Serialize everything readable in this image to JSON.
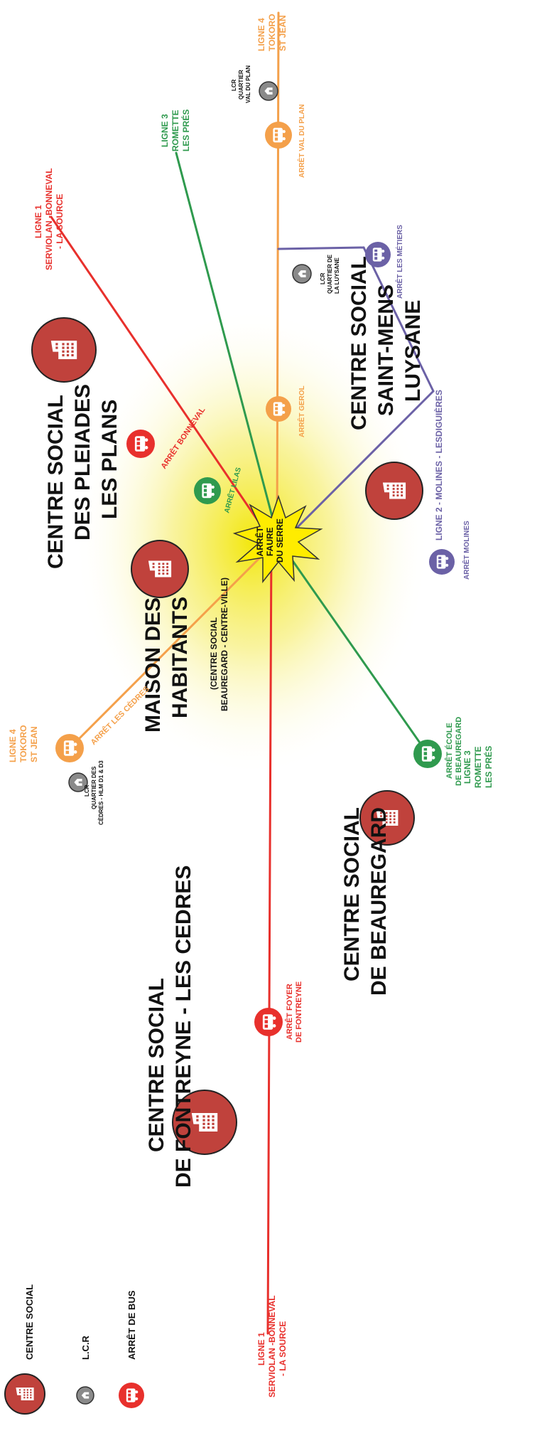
{
  "colors": {
    "red": "#e8302c",
    "orange": "#f4a04a",
    "green": "#2f9a4e",
    "purple": "#6b61a6",
    "social_center": "#c0423c",
    "lcr": "#8a8a8a",
    "halo": "#f4e500"
  },
  "hub": {
    "lines": [
      "ARRÊT",
      "FAURE",
      "DU SERRE"
    ]
  },
  "centers": {
    "fontreyne": [
      "CENTRE SOCIAL",
      "DE FONTREYNE - LES CEDRES"
    ],
    "beauregard": [
      "CENTRE SOCIAL",
      "DE BEAUREGARD"
    ],
    "maison_habitants": [
      "MAISON DES",
      "HABITANTS"
    ],
    "maison_habitants_sub": [
      "(CENTRE SOCIAL",
      "BEAUREGARD - CENTRE-VILLE)"
    ],
    "pleiades": [
      "CENTRE SOCIAL",
      "DES PLEIADES",
      "LES PLANS"
    ],
    "saint_mens": [
      "CENTRE SOCIAL",
      "SAINT-MENS",
      "LUYSANE"
    ]
  },
  "lines": {
    "l1_top": [
      "LIGNE 1",
      "SERVIOLAN -BONNEVAL",
      "- LA SOURCE"
    ],
    "l1_bottom": [
      "LIGNE 1",
      "SERVIOLAN -BONNEVAL",
      "- LA SOURCE"
    ],
    "l3_top": [
      "LIGNE 3",
      "ROMETTE",
      "LES PRÉS"
    ],
    "l3_bottom": [
      "LIGNE 3",
      "ROMETTE",
      "LES PRÉS"
    ],
    "l4_top": [
      "LIGNE 4",
      "TOKORO",
      "ST JEAN"
    ],
    "l4_bottom": [
      "LIGNE 4",
      "TOKORO",
      "ST JEAN"
    ],
    "l2": "LIGNE 2 - MOLINES - LESDIGUIÈRES"
  },
  "stops": {
    "foyer_fontreyne": [
      "ARRÊT FOYER",
      "DE FONTREYNE"
    ],
    "bonneval": "ARRÊT BONNEVAL",
    "lilas": "ARRÊT LILAS",
    "cedres": "ARRÊT LES CÈDRES",
    "ecole_beauregard": [
      "ARRÊT ÉCOLE",
      "DE BEAUREGARD"
    ],
    "molines": "ARRÊT MOLINES",
    "gerol": "ARRÊT GEROL",
    "val_du_plan": "ARRÊT VAL DU PLAN",
    "les_metiers": "ARRÊT LES MÉTIERS"
  },
  "lcr_labels": {
    "cedres": [
      "LCR",
      "QUARTIER DES",
      "CÈDRES - HLM D1 & D3"
    ],
    "luysane": [
      "LCR",
      "QUARTIER DE",
      "LA LUYSANE"
    ],
    "val_du_plan": [
      "LCR",
      "QUARTIER",
      "VAL DU PLAN"
    ]
  },
  "legend": {
    "centre_social": "CENTRE SOCIAL",
    "lcr": "L.C.R",
    "bus_stop": "ARRÊT DE BUS"
  }
}
